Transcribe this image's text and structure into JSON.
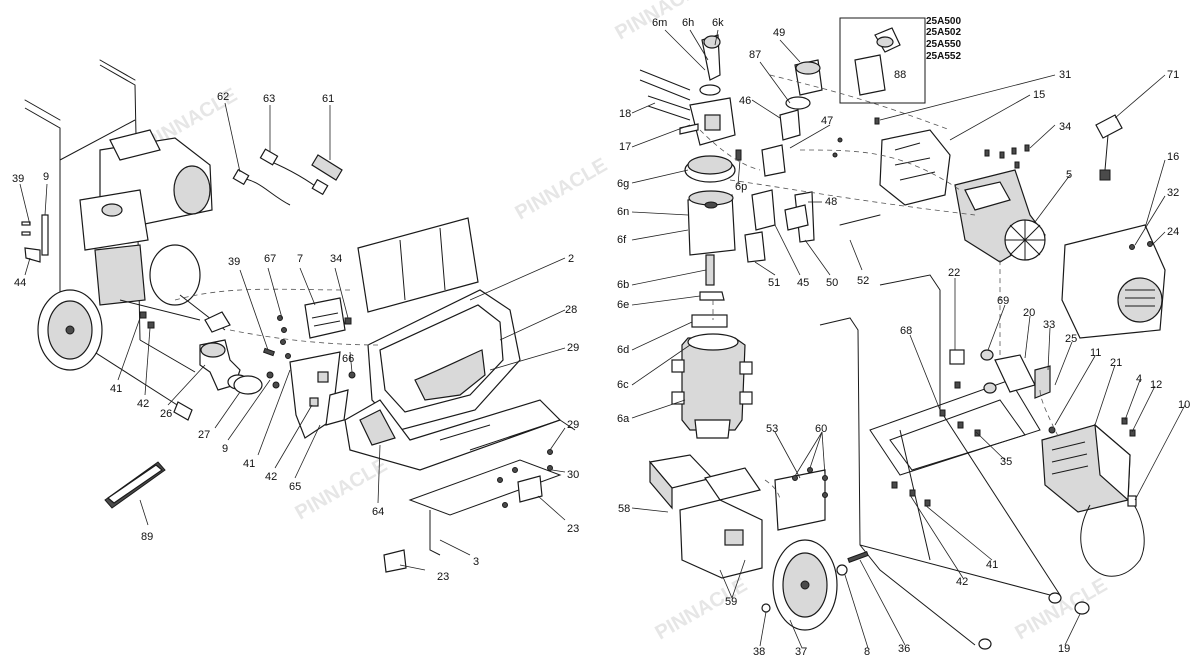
{
  "brand_watermark": "PINNACLE",
  "inset_models": [
    "25A500",
    "25A502",
    "25A550",
    "25A552"
  ],
  "callouts": {
    "c39a": "39",
    "c9a": "9",
    "c44": "44",
    "c62": "62",
    "c63": "63",
    "c61": "61",
    "c41a": "41",
    "c42a": "42",
    "c26": "26",
    "c39b": "39",
    "c67": "67",
    "c7": "7",
    "c34a": "34",
    "c2": "2",
    "c28": "28",
    "c29a": "29",
    "c66": "66",
    "c27": "27",
    "c9b": "9",
    "c41b": "41",
    "c42b": "42",
    "c65": "65",
    "c64": "64",
    "c29b": "29",
    "c30": "30",
    "c23a": "23",
    "c89": "89",
    "c3": "3",
    "c23b": "23",
    "c6m": "6m",
    "c6h": "6h",
    "c6k": "6k",
    "c49": "49",
    "c87": "87",
    "c88": "88",
    "c18": "18",
    "c46": "46",
    "c31": "31",
    "c71": "71",
    "c15": "15",
    "c47": "47",
    "c17": "17",
    "c34b": "34",
    "c6g": "6g",
    "c6p": "6p",
    "c16": "16",
    "c5": "5",
    "c48": "48",
    "c6n": "6n",
    "c32": "32",
    "c24": "24",
    "c6f": "6f",
    "c6b": "6b",
    "c52": "52",
    "c51": "51",
    "c45": "45",
    "c50": "50",
    "c22": "22",
    "c6e": "6e",
    "c69": "69",
    "c20": "20",
    "c68": "68",
    "c33": "33",
    "c25": "25",
    "c6d": "6d",
    "c11": "11",
    "c21": "21",
    "c6c": "6c",
    "c4": "4",
    "c12": "12",
    "c6a": "6a",
    "c10": "10",
    "c53": "53",
    "c60": "60",
    "c35": "35",
    "c58": "58",
    "c41c": "41",
    "c42c": "42",
    "c59": "59",
    "c38": "38",
    "c37": "37",
    "c8": "8",
    "c36": "36",
    "c19": "19"
  }
}
